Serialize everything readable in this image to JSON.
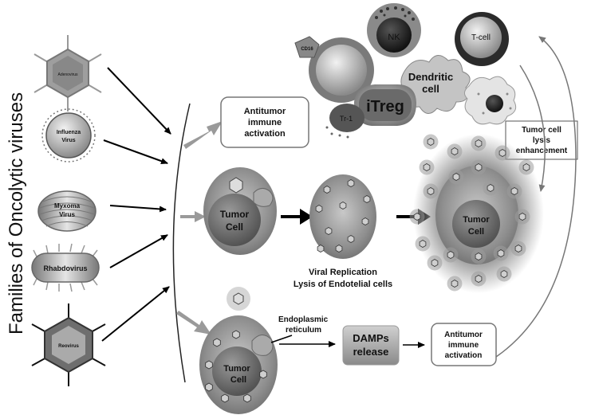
{
  "side_title": "Families of Oncolytic viruses",
  "viruses": {
    "adenovirus": "Adenovirus",
    "influenza_line1": "Influenza",
    "influenza_line2": "Virus",
    "myxoma_line1": "Myxoma",
    "myxoma_line2": "Virus",
    "rhabdovirus": "Rhabdovirus",
    "reovirus": "Reovirus"
  },
  "boxes": {
    "immune_top_line1": "Antitumor",
    "immune_top_line2": "immune",
    "immune_top_line3": "activation",
    "lysis_line1": "Tumor cell",
    "lysis_line2": "lysis",
    "lysis_line3": "enhancement",
    "immune_bottom_line1": "Antitumor",
    "immune_bottom_line2": "immune",
    "immune_bottom_line3": "activation",
    "damps_line1": "DAMPs",
    "damps_line2": "release"
  },
  "immune_cells": {
    "cd16": "CD16",
    "nk": "NK",
    "t_cell": "T-cell",
    "dendritic_line1": "Dendritic",
    "dendritic_line2": "cell",
    "itreg": "iTreg",
    "tr1": "Tr-1"
  },
  "tumor": {
    "cell_line1": "Tumor",
    "cell_line2": "Cell",
    "replication_line1": "Viral Replication",
    "replication_line2": "Lysis of Endotelial cells",
    "er_line1": "Endoplasmic",
    "er_line2": "reticulum"
  },
  "colors": {
    "gray_arrow": "#9a9a9a",
    "tumor_outer": "#8c8c8c",
    "tumor_nucleus": "#6a6a6a"
  }
}
